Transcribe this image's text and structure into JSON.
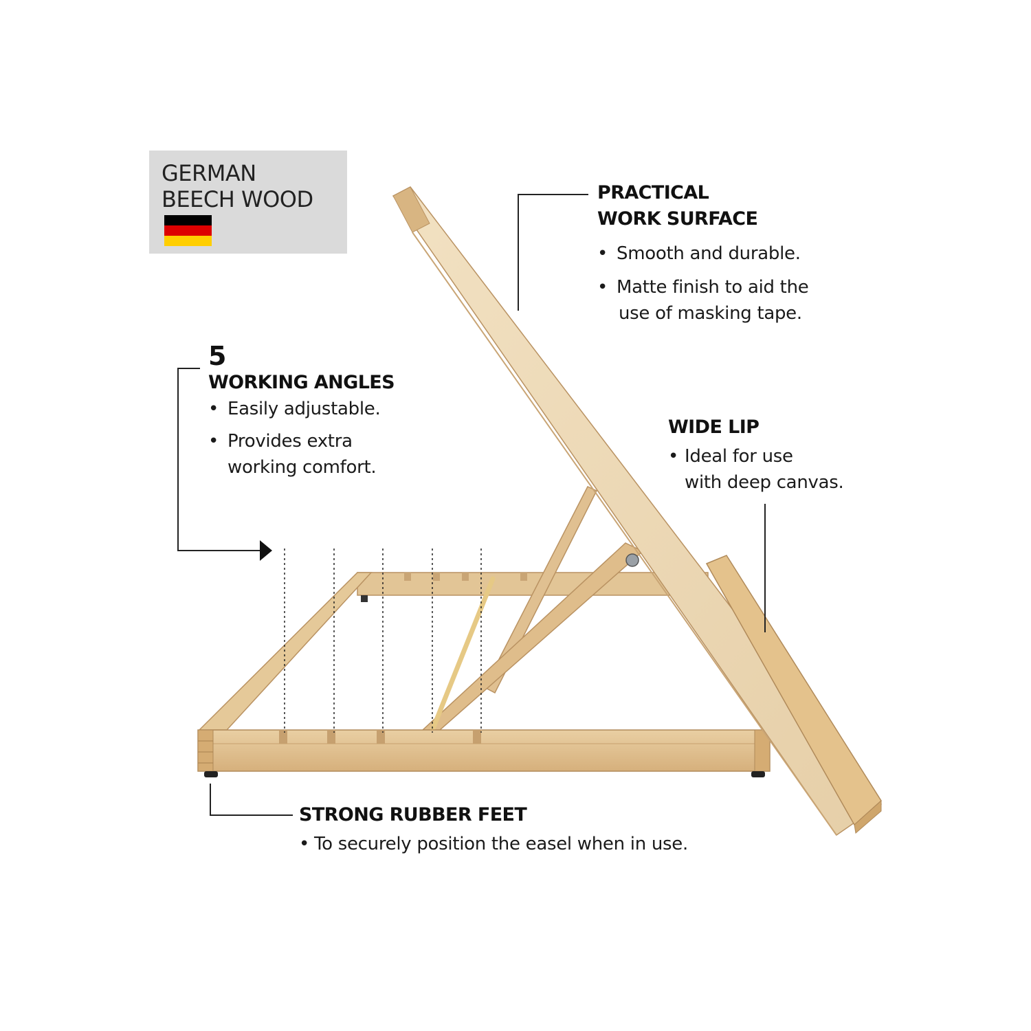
{
  "badge": {
    "title_line1": "GERMAN",
    "title_line2": "BEECH WOOD",
    "flag_colors": [
      "#000000",
      "#dd0000",
      "#ffce00"
    ],
    "flag_icon": "german-flag-icon"
  },
  "work_surface": {
    "heading_line1": "PRACTICAL",
    "heading_line2": "WORK SURFACE",
    "bullets": [
      "Smooth and durable.",
      "Matte finish to aid the",
      "use of masking tape."
    ]
  },
  "angles": {
    "count": "5",
    "heading": "WORKING ANGLES",
    "bullets": [
      "Easily adjustable.",
      "Provides extra",
      "working comfort."
    ]
  },
  "lip": {
    "heading": "WIDE LIP",
    "bullets": [
      "Ideal for use",
      "with deep canvas."
    ]
  },
  "feet": {
    "heading": "STRONG RUBBER FEET",
    "bullets": [
      "To securely position the easel when in use."
    ]
  },
  "colors": {
    "wood_light": "#ecd9b8",
    "wood_mid": "#e0c49a",
    "wood_dark": "#c9a575",
    "line": "#222222"
  }
}
